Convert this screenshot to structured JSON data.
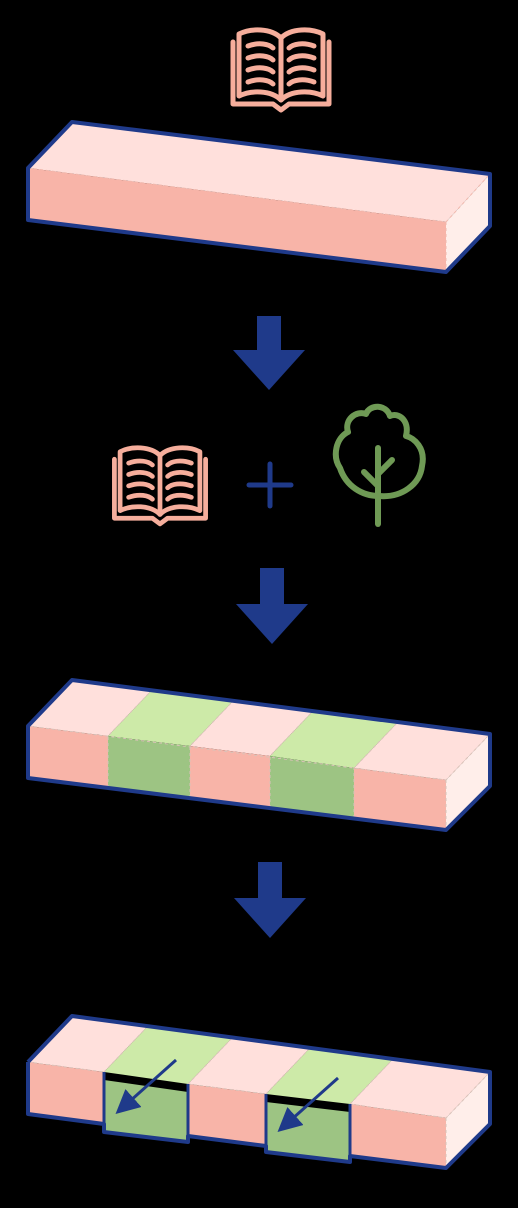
{
  "colors": {
    "background": "#000000",
    "outline": "#1f3a8a",
    "salmon_top": "#ffe0dc",
    "salmon_front": "#f8b4a8",
    "salmon_side": "#ffeeea",
    "green_top": "#cdeaa8",
    "green_front": "#9dc483",
    "green_side": "#b7d99a",
    "book_stroke": "#f6ae9c",
    "tree_stroke": "#6f9a55",
    "arrow": "#1f3a8a",
    "plus": "#1f3a8a"
  },
  "icons": {
    "book": "open-book-icon",
    "tree": "tree-icon",
    "plus": "plus-icon",
    "arrow": "down-arrow-icon"
  },
  "stages": [
    {
      "segments": [
        "book"
      ]
    },
    {
      "segments": [
        "book",
        "tree"
      ]
    },
    {
      "segments": [
        "book",
        "tree",
        "book",
        "tree",
        "book"
      ]
    },
    {
      "segments": [
        "book",
        "tree",
        "book",
        "tree",
        "book"
      ],
      "shifted": [
        "tree"
      ]
    }
  ]
}
